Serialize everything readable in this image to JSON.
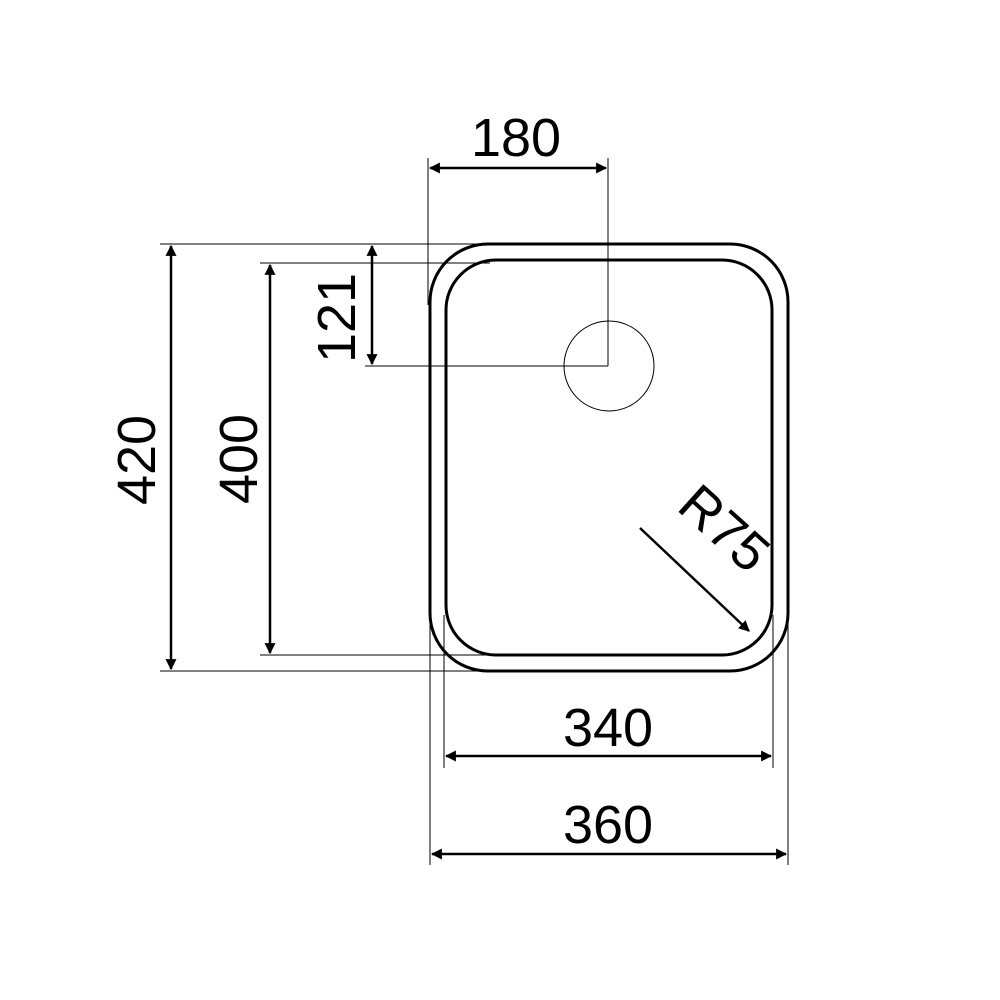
{
  "dimensions": {
    "drain_offset_x": "180",
    "drain_offset_y": "121",
    "outer_height": "420",
    "inner_height": "400",
    "inner_width": "340",
    "outer_width": "360",
    "corner_radius": "R75"
  }
}
